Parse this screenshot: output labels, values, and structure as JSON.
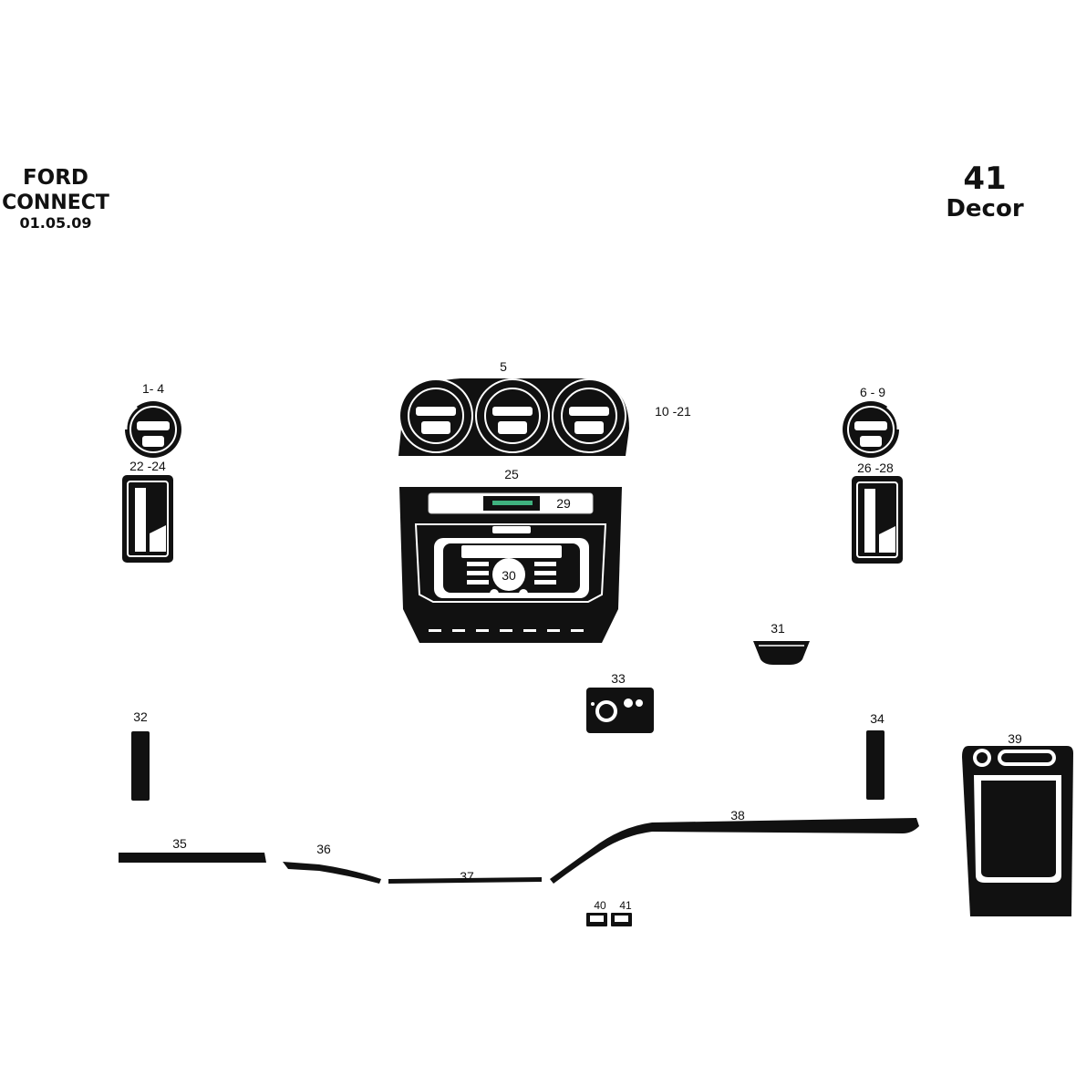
{
  "header": {
    "make": "FORD",
    "model": "CONNECT",
    "date": "01.05.09",
    "count": "41",
    "kind": "Decor"
  },
  "labels": {
    "p1_4": "1- 4",
    "p5": "5",
    "p6_9": "6 - 9",
    "p10_21": "10 -21",
    "p22_24": "22 -24",
    "p25": "25",
    "p26_28": "26 -28",
    "p29": "29",
    "p30": "30",
    "p31": "31",
    "p32": "32",
    "p33": "33",
    "p34": "34",
    "p35": "35",
    "p36": "36",
    "p37": "37",
    "p38": "38",
    "p39": "39",
    "p40": "40",
    "p41": "41"
  },
  "colors": {
    "part": "#111111",
    "highlight": "#ffffff",
    "accent": "#3fb27f"
  }
}
